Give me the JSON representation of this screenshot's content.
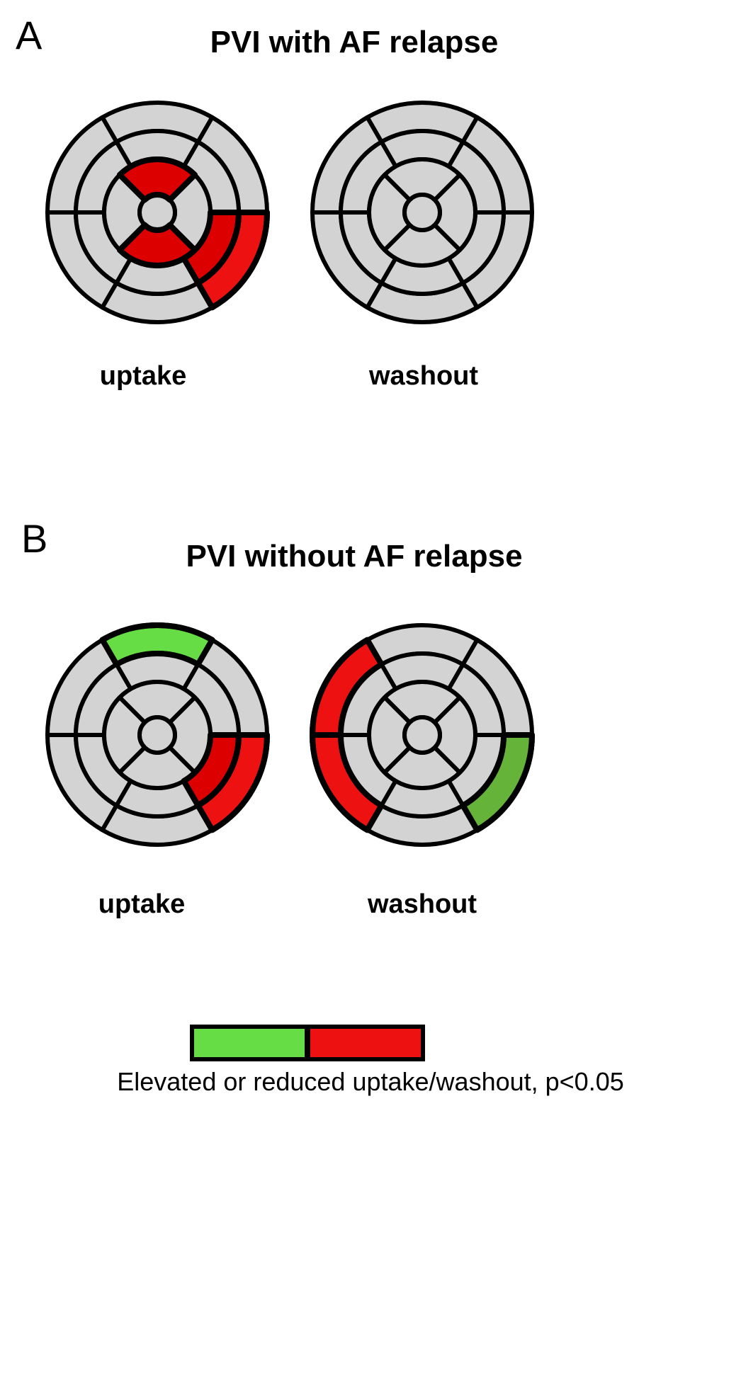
{
  "colors": {
    "neutral": "#d3d3d3",
    "elevated_red": "#ee1111",
    "elevated_red_dark": "#dd0000",
    "reduced_green": "#66dd44",
    "reduced_green_dark": "#66b33a",
    "outline": "#000000"
  },
  "panels": [
    {
      "letter": "A",
      "title": "PVI with AF relapse",
      "plots": [
        {
          "label": "uptake",
          "highlighted": [
            {
              "segment": 13,
              "color": "elevated_red_dark"
            },
            {
              "segment": 15,
              "color": "elevated_red_dark"
            },
            {
              "segment": 11,
              "color": "elevated_red_dark"
            },
            {
              "segment": 5,
              "color": "elevated_red"
            }
          ]
        },
        {
          "label": "washout",
          "highlighted": []
        }
      ]
    },
    {
      "letter": "B",
      "title": "PVI without AF relapse",
      "plots": [
        {
          "label": "uptake",
          "highlighted": [
            {
              "segment": 1,
              "color": "reduced_green"
            },
            {
              "segment": 11,
              "color": "elevated_red_dark"
            },
            {
              "segment": 5,
              "color": "elevated_red"
            }
          ]
        },
        {
          "label": "washout",
          "highlighted": [
            {
              "segment": 2,
              "color": "elevated_red"
            },
            {
              "segment": 3,
              "color": "elevated_red"
            },
            {
              "segment": 5,
              "color": "reduced_green_dark"
            }
          ]
        }
      ]
    }
  ],
  "legend": {
    "swatches": [
      "reduced_green",
      "elevated_red"
    ],
    "text": "Elevated or reduced uptake/washout, p<0.05"
  }
}
